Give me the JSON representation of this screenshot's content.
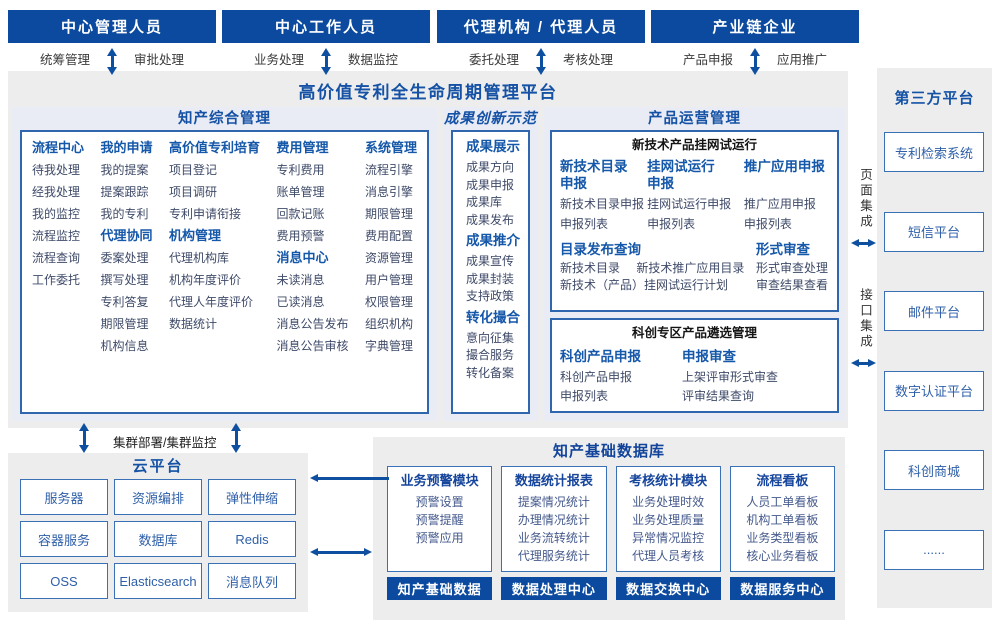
{
  "top_roles": [
    {
      "title": "中心管理人员",
      "left_label": "统筹管理",
      "right_label": "审批处理"
    },
    {
      "title": "中心工作人员",
      "left_label": "业务处理",
      "right_label": "数据监控"
    },
    {
      "title": "代理机构 / 代理人员",
      "left_label": "委托处理",
      "right_label": "考核处理"
    },
    {
      "title": "产业链企业",
      "left_label": "产品申报",
      "right_label": "应用推广"
    }
  ],
  "platform": {
    "title": "高价值专利全生命周期管理平台",
    "panels": {
      "zhichan": {
        "title": "知产综合管理",
        "columns": [
          {
            "groups": [
              {
                "header": "流程中心",
                "items": [
                  "待我处理",
                  "经我处理",
                  "我的监控",
                  "流程监控",
                  "流程查询",
                  "工作委托"
                ]
              }
            ]
          },
          {
            "groups": [
              {
                "header": "我的申请",
                "items": [
                  "我的提案",
                  "提案跟踪",
                  "我的专利"
                ]
              },
              {
                "header": "代理协同",
                "items": [
                  "委案处理",
                  "撰写处理",
                  "专利答复",
                  "期限管理",
                  "机构信息"
                ]
              }
            ]
          },
          {
            "groups": [
              {
                "header": "高价值专利培育",
                "items": [
                  "项目登记",
                  "项目调研",
                  "专利申请衔接"
                ]
              },
              {
                "header": "机构管理",
                "items": [
                  "代理机构库",
                  "机构年度评价",
                  "代理人年度评价",
                  "数据统计"
                ]
              }
            ]
          },
          {
            "groups": [
              {
                "header": "费用管理",
                "items": [
                  "专利费用",
                  "账单管理",
                  "回款记账",
                  "费用预警"
                ]
              },
              {
                "header": "消息中心",
                "items": [
                  "未读消息",
                  "已读消息",
                  "消息公告发布",
                  "消息公告审核"
                ]
              }
            ]
          },
          {
            "groups": [
              {
                "header": "系统管理",
                "items": [
                  "流程引擎",
                  "消息引擎",
                  "期限管理",
                  "费用配置",
                  "资源管理",
                  "用户管理",
                  "权限管理",
                  "组织机构",
                  "字典管理"
                ]
              }
            ]
          }
        ]
      },
      "chengguo": {
        "title": "成果创新示范",
        "groups": [
          {
            "header": "成果展示",
            "items": [
              "成果方向",
              "成果申报",
              "成果库",
              "成果发布"
            ]
          },
          {
            "header": "成果推介",
            "items": [
              "成果宣传",
              "成果封装",
              "支持政策"
            ]
          },
          {
            "header": "转化撮合",
            "items": [
              "意向征集",
              "撮合服务",
              "转化备案"
            ]
          }
        ]
      },
      "chanpin": {
        "title": "产品运营管理",
        "box1": {
          "title": "新技术产品挂网试运行",
          "columns": [
            {
              "header": "新技术目录申报",
              "items": [
                "新技术目录申报",
                "申报列表"
              ]
            },
            {
              "header": "挂网试运行申报",
              "items": [
                "挂网试运行申报",
                "申报列表"
              ]
            },
            {
              "header": "推广应用申报",
              "items": [
                "推广应用申报",
                "申报列表"
              ]
            }
          ],
          "bottom_left": {
            "header": "目录发布查询",
            "row1": [
              "新技术目录",
              "新技术推广应用目录"
            ],
            "row2": "新技术（产品）挂网试运行计划"
          },
          "bottom_right": {
            "header": "形式审查",
            "items": [
              "形式审查处理",
              "审查结果查看"
            ]
          }
        },
        "box2": {
          "title": "科创专区产品遴选管理",
          "columns": [
            {
              "header": "科创产品申报",
              "items": [
                "科创产品申报",
                "申报列表"
              ]
            },
            {
              "header": "申报审查",
              "items": [
                "上架评审形式审查",
                "评审结果查询"
              ]
            }
          ]
        }
      }
    }
  },
  "third_party": {
    "title": "第三方平台",
    "items": [
      "专利检索系统",
      "短信平台",
      "邮件平台",
      "数字认证平台",
      "科创商城",
      "......"
    ]
  },
  "integration": {
    "page": "页面集成",
    "interface": "接口集成"
  },
  "cluster_label": "集群部署/集群监控",
  "cloud": {
    "title": "云平台",
    "items": [
      "服务器",
      "资源编排",
      "弹性伸缩",
      "容器服务",
      "数据库",
      "Redis",
      "OSS",
      "Elasticsearch",
      "消息队列"
    ]
  },
  "database": {
    "title": "知产基础数据库",
    "modules": [
      {
        "header": "业务预警模块",
        "items": [
          "预警设置",
          "预警提醒",
          "预警应用"
        ]
      },
      {
        "header": "数据统计报表",
        "items": [
          "提案情况统计",
          "办理情况统计",
          "业务流转统计",
          "代理服务统计"
        ]
      },
      {
        "header": "考核统计模块",
        "items": [
          "业务处理时效",
          "业务处理质量",
          "异常情况监控",
          "代理人员考核"
        ]
      },
      {
        "header": "流程看板",
        "items": [
          "人员工单看板",
          "机构工单看板",
          "业务类型看板",
          "核心业务看板"
        ]
      }
    ],
    "centers": [
      "知产基础数据",
      "数据处理中心",
      "数据交换中心",
      "数据服务中心"
    ]
  },
  "colors": {
    "dark_blue": "#0b4a9e",
    "accent_blue": "#1552a5",
    "panel_bg": "#e9ebf5",
    "gray_bg": "#ededee",
    "border_blue": "#3a70b5"
  }
}
